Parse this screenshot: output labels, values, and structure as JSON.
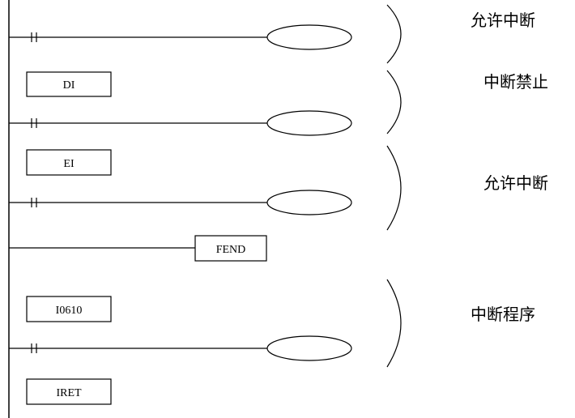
{
  "instructions": {
    "di": "DI",
    "ei": "EI",
    "fend": "FEND",
    "interrupt_pointer": "I0610",
    "iret": "IRET"
  },
  "annotations": {
    "allow_interrupt_1": "允许中断",
    "interrupt_disabled": "中断禁止",
    "allow_interrupt_2": "允许中断",
    "interrupt_program": "中断程序"
  }
}
